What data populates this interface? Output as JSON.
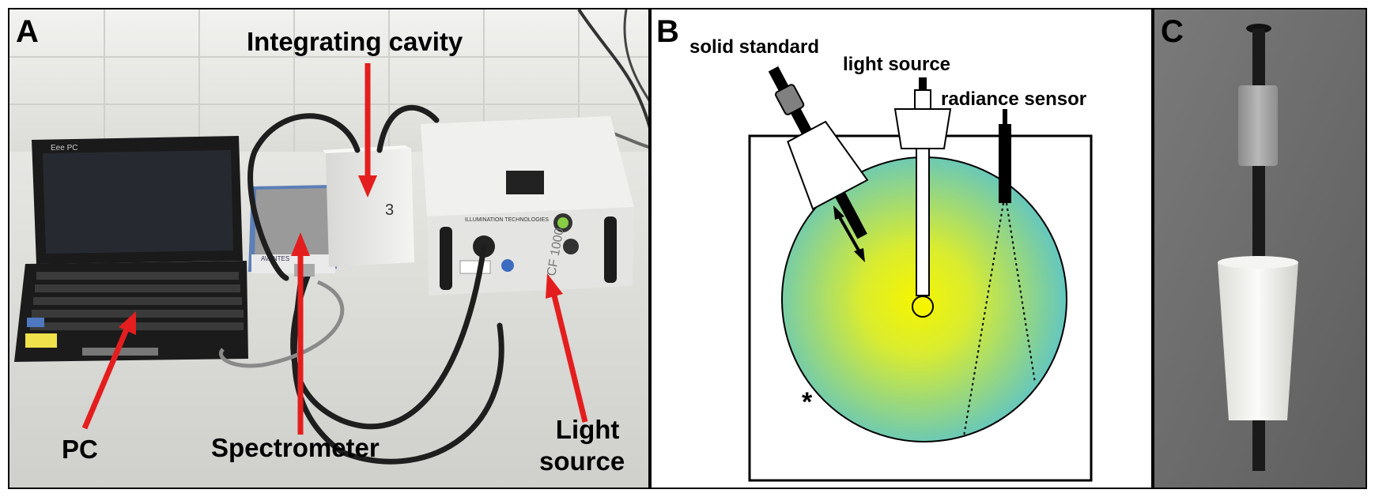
{
  "panels": {
    "a": {
      "letter": "A",
      "labels": {
        "integrating_cavity": "Integrating cavity",
        "pc": "PC",
        "spectrometer": "Spectrometer",
        "light_source_line1": "Light",
        "light_source_line2": "source"
      },
      "device_text": {
        "laptop_brand": "Eee PC",
        "spectrometer_brand": "AVANTES",
        "cube_mark": "3",
        "light_model": "CF 1000",
        "light_brand": "ILLUMINATION TECHNOLOGIES"
      }
    },
    "b": {
      "letter": "B",
      "labels": {
        "solid_standard": "solid standard",
        "light_source": "light source",
        "radiance_sensor": "radiance sensor",
        "asterisk": "*"
      }
    },
    "c": {
      "letter": "C"
    }
  },
  "colors": {
    "arrow_red": "#e41e1e",
    "sphere_center": "#f5f500",
    "sphere_edge": "#5cc4c8"
  }
}
